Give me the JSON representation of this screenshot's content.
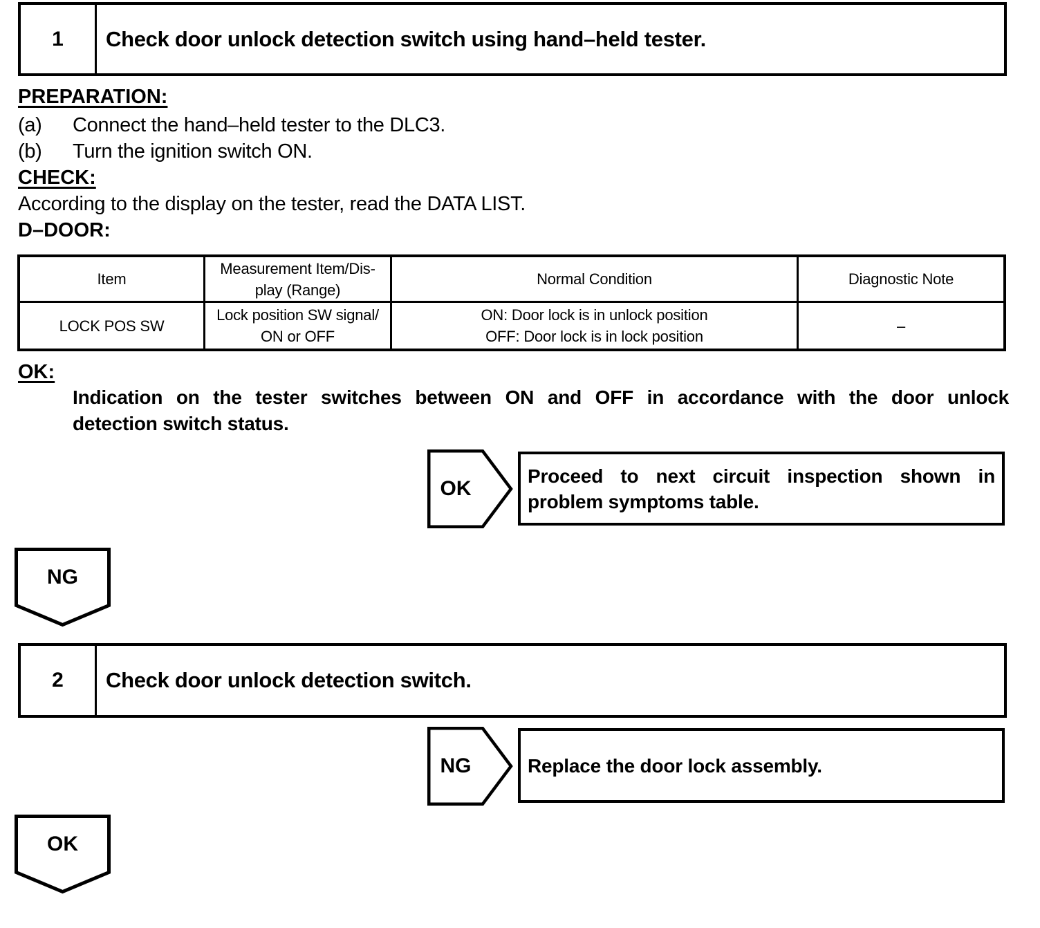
{
  "colors": {
    "ink": "#000000",
    "paper": "#ffffff"
  },
  "step1": {
    "number": "1",
    "title": "Check door unlock detection switch using hand–held tester."
  },
  "preparation": {
    "heading": "PREPARATION:",
    "items": [
      {
        "label": "(a)",
        "text": "Connect the hand–held tester to the DLC3."
      },
      {
        "label": "(b)",
        "text": "Turn the ignition switch ON."
      }
    ]
  },
  "check": {
    "heading": "CHECK:",
    "text": "According to the display on the tester, read the DATA LIST."
  },
  "ddoor": {
    "heading": "D–DOOR:"
  },
  "data_table": {
    "col_headers": {
      "item": "Item",
      "measurement_line1": "Measurement Item/Dis-",
      "measurement_line2": "play (Range)",
      "normal_condition": "Normal Condition",
      "diagnostic_note": "Diagnostic Note"
    },
    "row": {
      "item": "LOCK POS SW",
      "measurement_line1": "Lock position SW signal/",
      "measurement_line2": "ON or OFF",
      "normal_line1": "ON: Door lock is in unlock position",
      "normal_line2": "OFF: Door lock is in lock position",
      "diagnostic_note": "–"
    }
  },
  "ok_section": {
    "heading": "OK:",
    "note_line1": "Indication on the tester switches between ON and OFF in accordance with the door unlock",
    "note_line2": "detection switch status."
  },
  "ok_decision": {
    "label": "OK",
    "action_line1": "Proceed to next circuit inspection shown in",
    "action_line2": "problem symptoms table."
  },
  "ng_down": {
    "label": "NG"
  },
  "step2": {
    "number": "2",
    "title": "Check door unlock detection switch."
  },
  "ng_decision": {
    "label": "NG",
    "action": "Replace the door lock assembly."
  },
  "ok_down": {
    "label": "OK"
  }
}
